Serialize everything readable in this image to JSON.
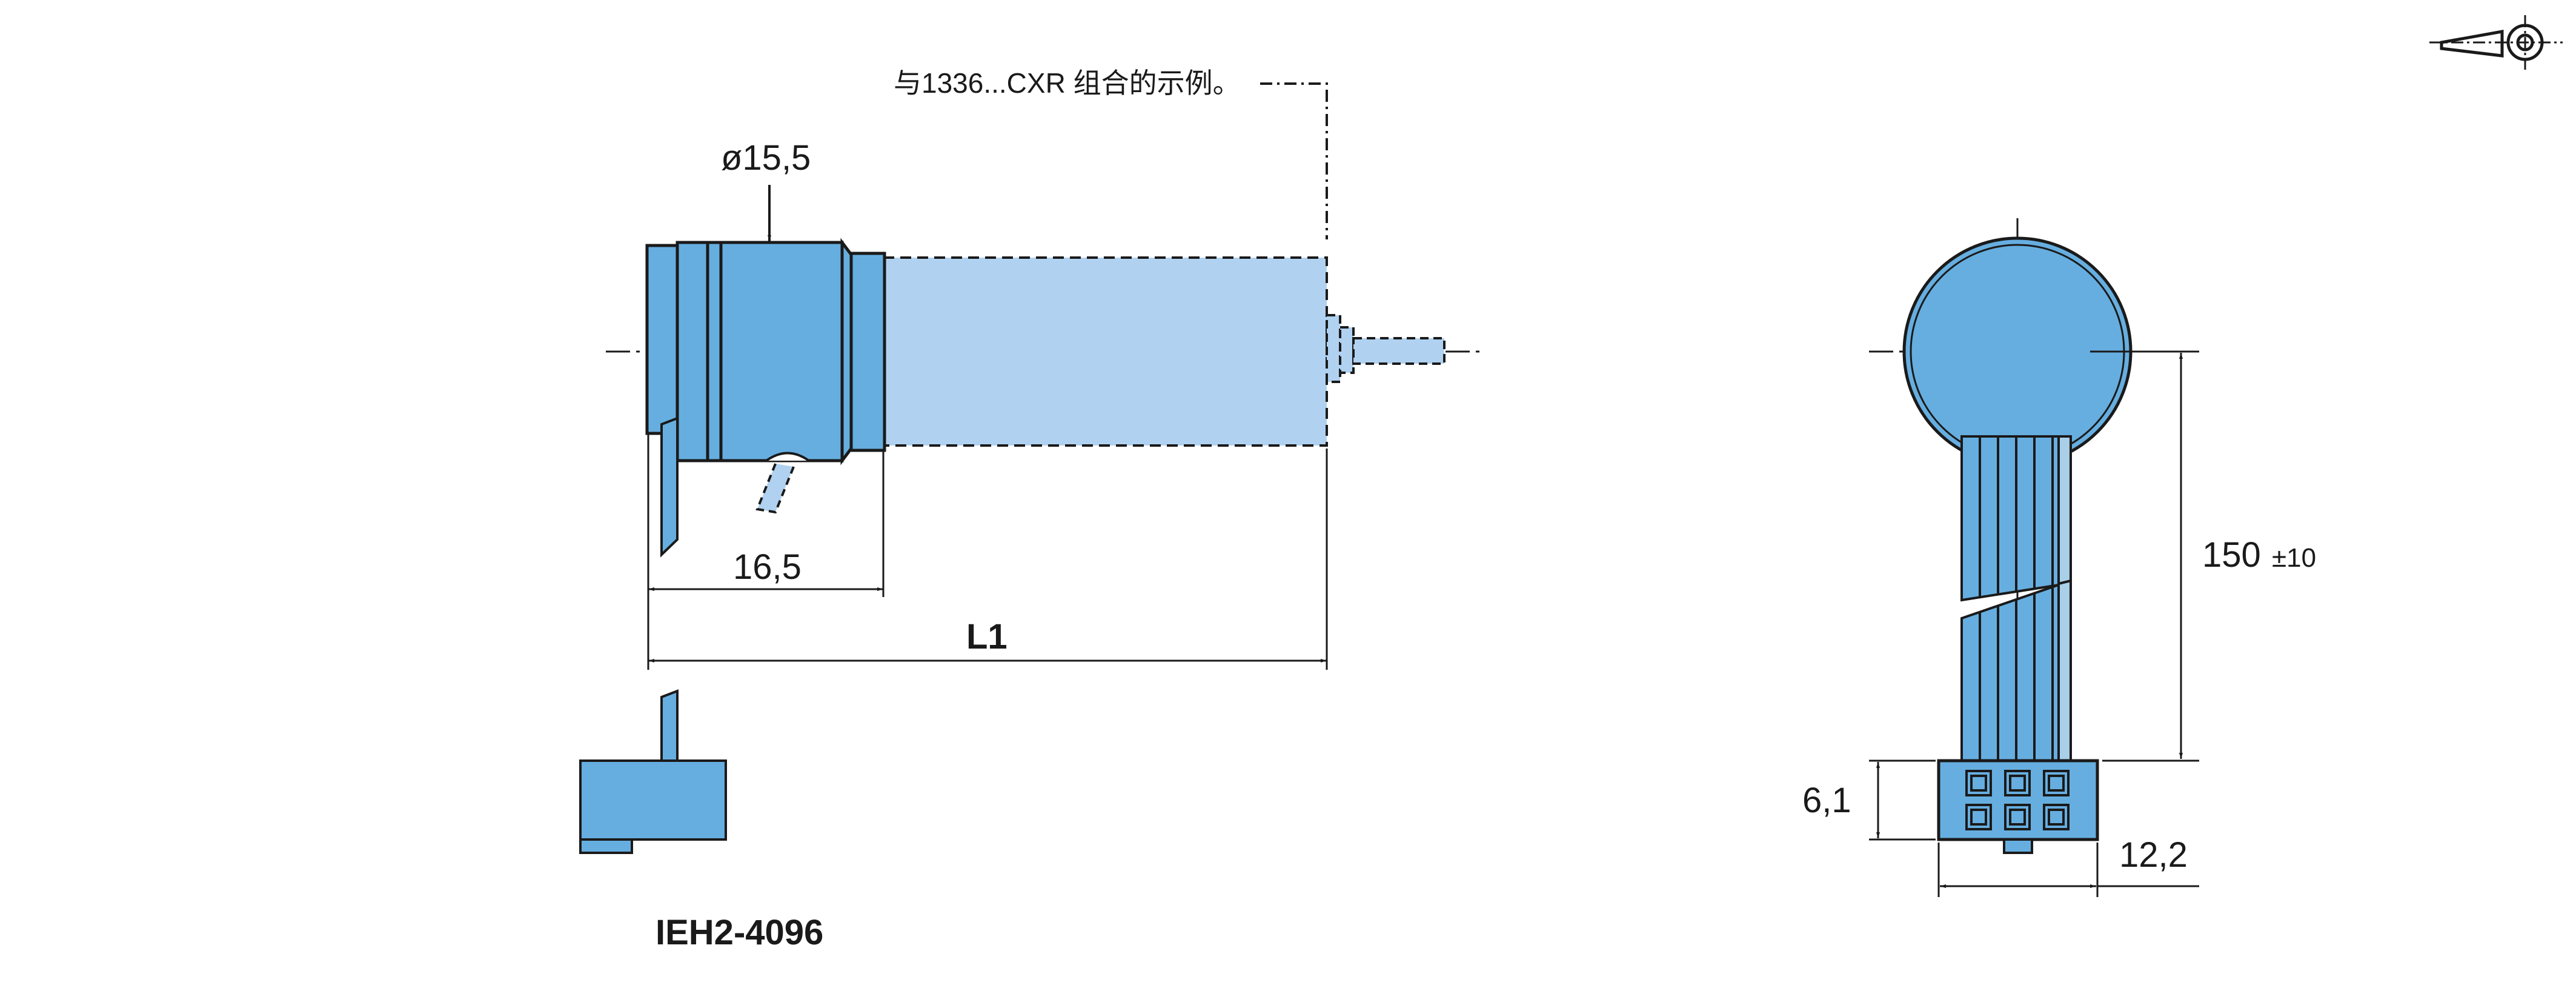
{
  "note": "与1336...CXR 组合的示例。",
  "dimensions": {
    "diameter": "ø15,5",
    "length_16_5": "16,5",
    "length_L1": "L1",
    "cable_length": "150",
    "cable_tolerance": "±10",
    "connector_height": "6,1",
    "connector_width": "12,2"
  },
  "part_number": "IEH2-4096",
  "colors": {
    "body": "#66aee0",
    "body_light": "#b0d2f0",
    "cable_stripe_light": "#a9cfe9",
    "outline": "#1a1a1a"
  },
  "icons": {
    "projection_symbol": "first-angle-projection-icon"
  }
}
